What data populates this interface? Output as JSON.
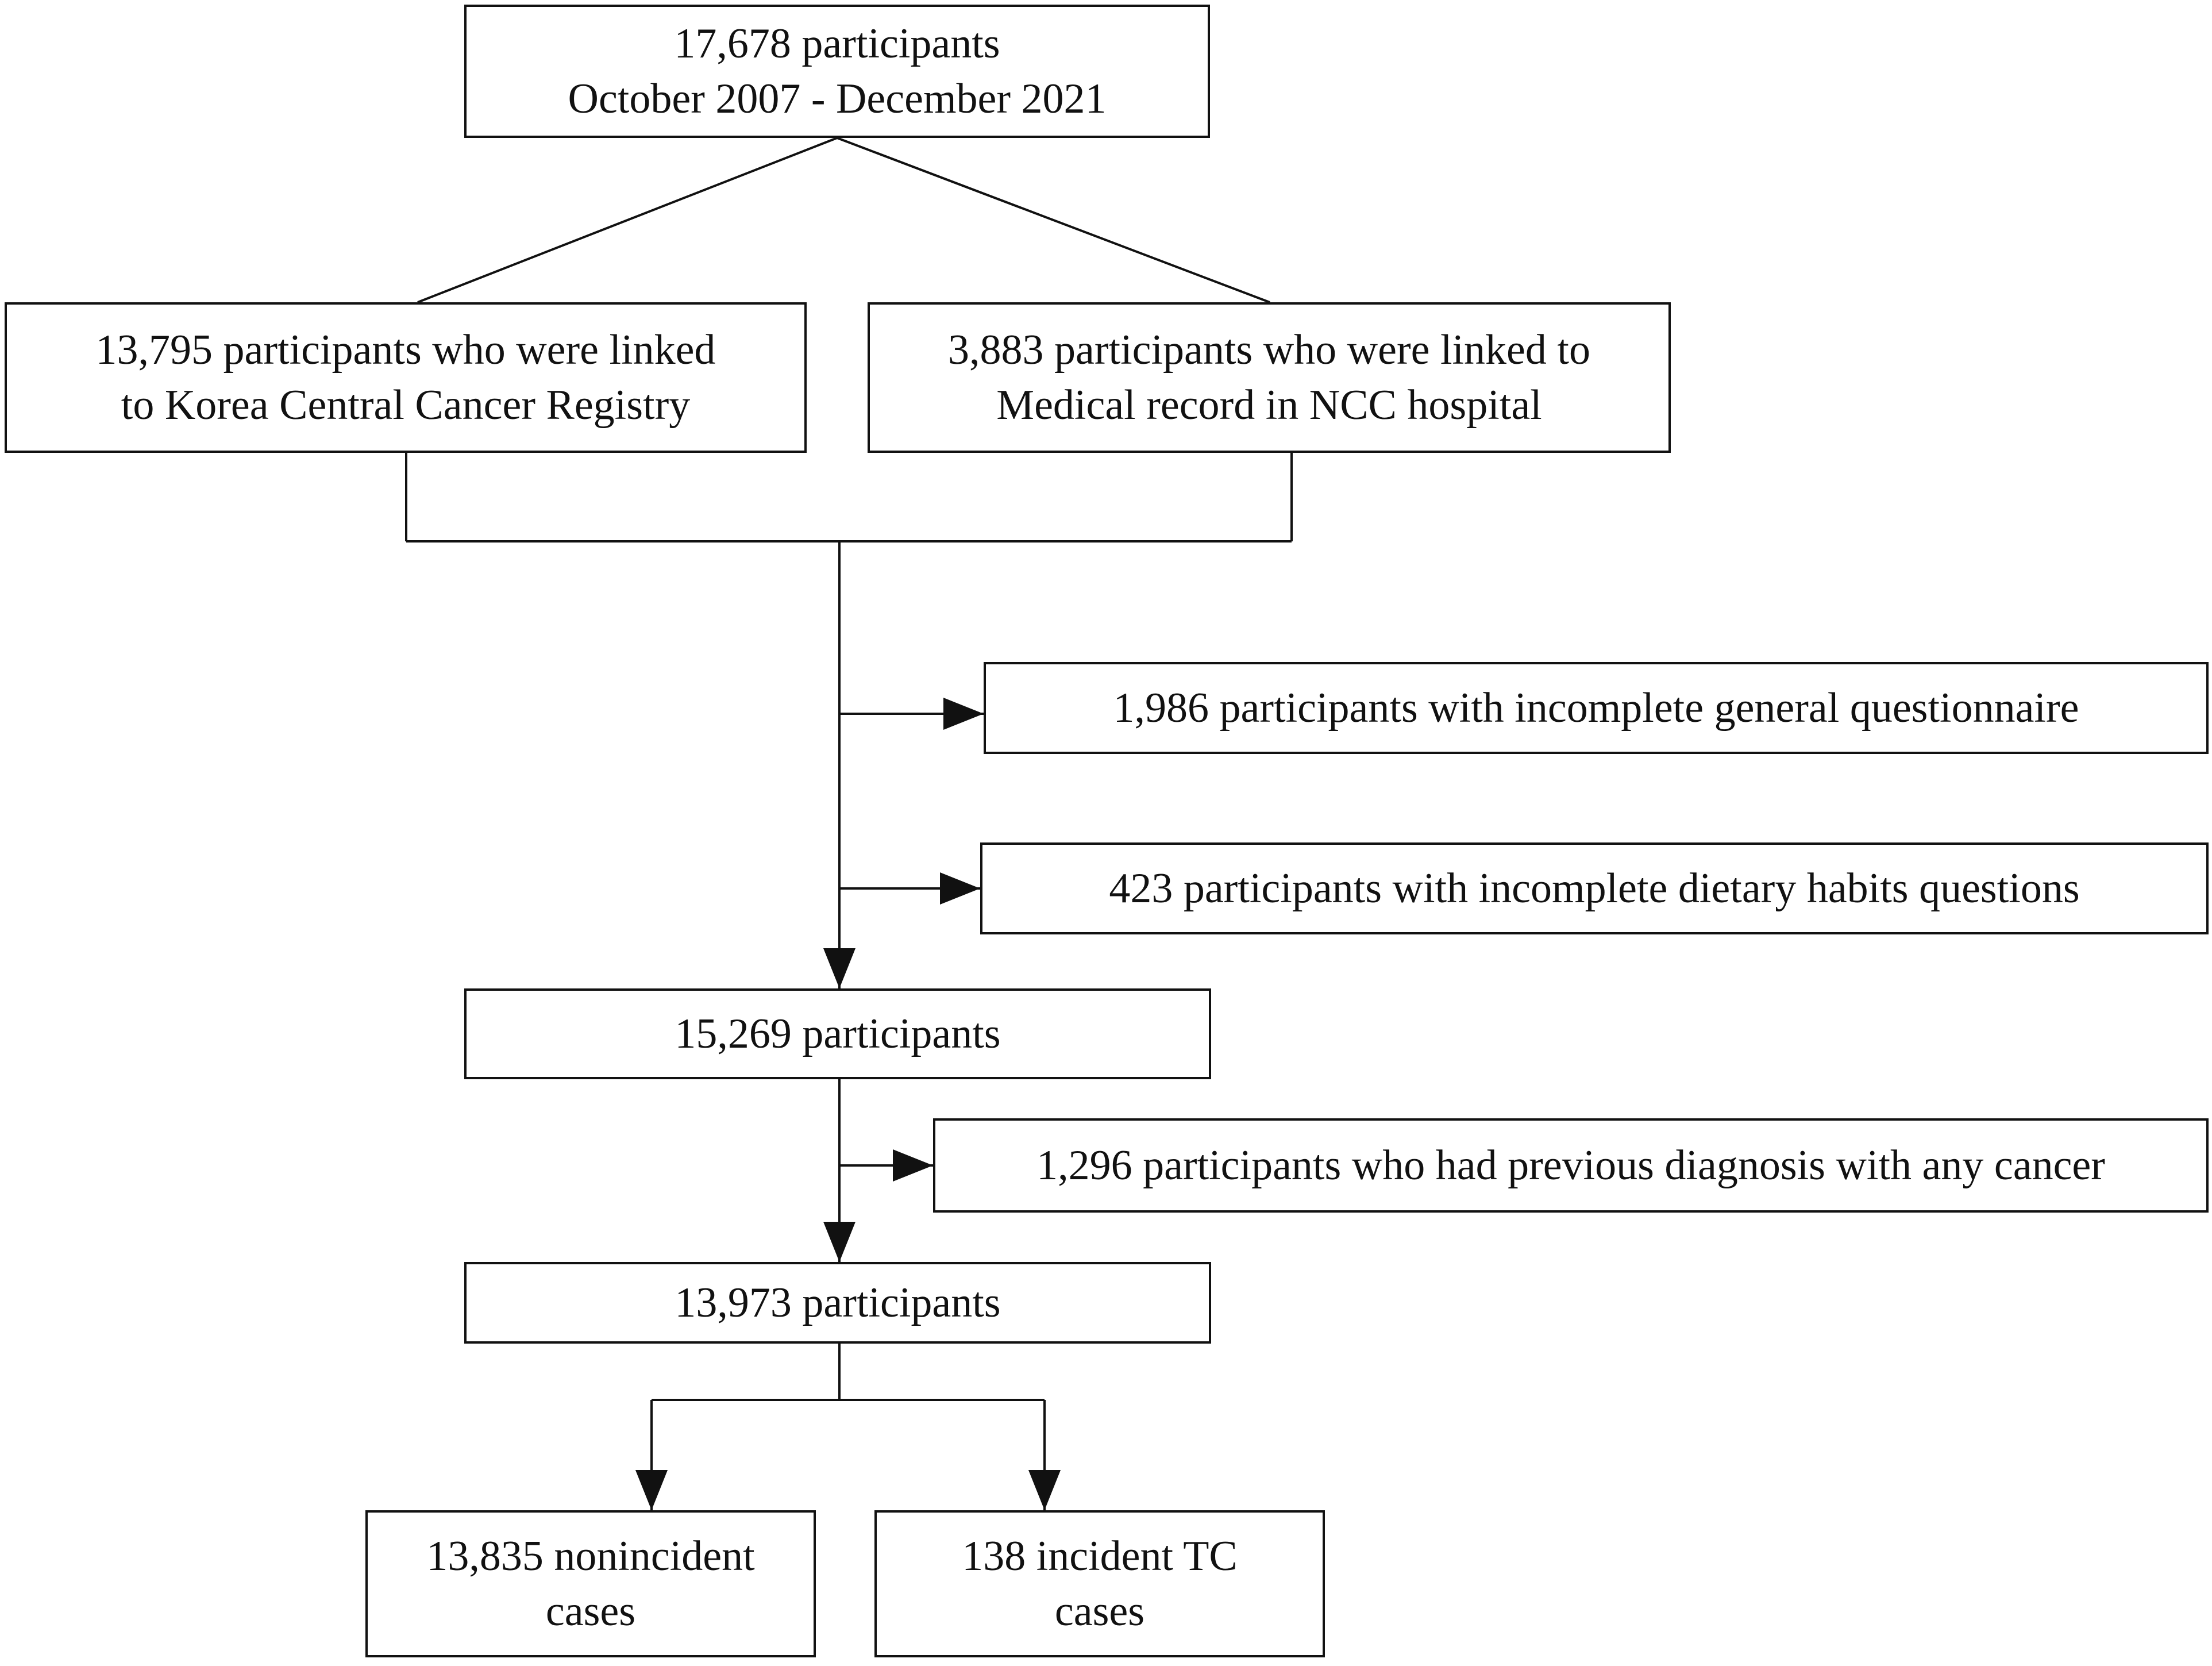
{
  "diagram": {
    "nodes": {
      "top": {
        "line1": "17,678 participants",
        "line2": "October 2007 - December 2021"
      },
      "kccr": {
        "line1": "13,795 participants who were linked",
        "line2": "to Korea Central Cancer Registry"
      },
      "ncc": {
        "line1": "3,883 participants who were linked to",
        "line2": "Medical record in NCC hospital"
      },
      "excl_general": {
        "line1": "1,986 participants with incomplete general questionnaire"
      },
      "excl_dietary": {
        "line1": "423 participants with incomplete dietary habits questions"
      },
      "after_exclusions": {
        "line1": "15,269 participants"
      },
      "excl_cancer": {
        "line1": "1,296 participants who had previous diagnosis with any cancer"
      },
      "final": {
        "line1": "13,973 participants"
      },
      "nonincident": {
        "line1": "13,835 nonincident",
        "line2": "cases"
      },
      "incident": {
        "line1": "138 incident TC",
        "line2": "cases"
      }
    },
    "edges": [
      {
        "from": "top",
        "to": "kccr",
        "style": "line"
      },
      {
        "from": "top",
        "to": "ncc",
        "style": "line"
      },
      {
        "from": "kccr",
        "to": "after_exclusions",
        "style": "arrow",
        "via": "merge"
      },
      {
        "from": "ncc",
        "to": "after_exclusions",
        "style": "arrow",
        "via": "merge"
      },
      {
        "from": "merge",
        "to": "excl_general",
        "style": "arrow"
      },
      {
        "from": "merge",
        "to": "excl_dietary",
        "style": "arrow"
      },
      {
        "from": "after_exclusions",
        "to": "final",
        "style": "arrow"
      },
      {
        "from": "after_exclusions",
        "to": "excl_cancer",
        "style": "arrow"
      },
      {
        "from": "final",
        "to": "nonincident",
        "style": "arrow"
      },
      {
        "from": "final",
        "to": "incident",
        "style": "arrow"
      }
    ],
    "colors": {
      "line": "#111111",
      "background": "#ffffff"
    }
  }
}
